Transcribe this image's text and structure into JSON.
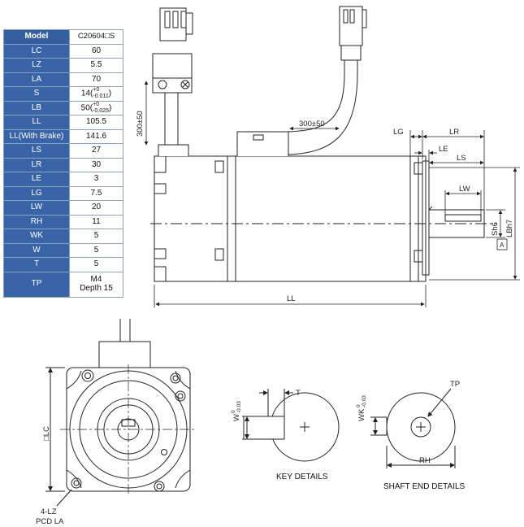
{
  "table": {
    "header": {
      "label": "Model",
      "value": "C20604□S"
    },
    "rows": [
      {
        "label": "LC",
        "value": "60"
      },
      {
        "label": "LZ",
        "value": "5.5"
      },
      {
        "label": "LA",
        "value": "70"
      },
      {
        "label": "S",
        "value": "14",
        "tol_upper": "+0",
        "tol_lower": "-0.011"
      },
      {
        "label": "LB",
        "value": "50",
        "tol_upper": "+0",
        "tol_lower": "-0.025"
      },
      {
        "label": "LL",
        "value": "105.5"
      },
      {
        "label": "LL(With Brake)",
        "value": "141.6"
      },
      {
        "label": "LS",
        "value": "27"
      },
      {
        "label": "LR",
        "value": "30"
      },
      {
        "label": "LE",
        "value": "3"
      },
      {
        "label": "LG",
        "value": "7.5"
      },
      {
        "label": "LW",
        "value": "20"
      },
      {
        "label": "RH",
        "value": "11"
      },
      {
        "label": "WK",
        "value": "5"
      },
      {
        "label": "W",
        "value": "5"
      },
      {
        "label": "T",
        "value": "5"
      },
      {
        "label": "TP",
        "value_line1": "M4",
        "value_line2": "Depth 15"
      }
    ]
  },
  "drawing": {
    "cable_len_vertical": "300±50",
    "cable_len_horizontal": "300±50",
    "dim_LG": "LG",
    "dim_LR": "LR",
    "dim_LE": "LE",
    "dim_LS": "LS",
    "dim_LW": "LW",
    "dim_Sh6": "Sh6",
    "dim_LBh7": "LBh7",
    "datum_A": "A",
    "dim_LL": "LL",
    "dim_LC": "□LC",
    "label_4LZ": "4-LZ",
    "label_PCD": "PCD LA",
    "key_W": "W",
    "key_W_tol_top": "0",
    "key_W_tol_bottom": "-0.03",
    "key_T": "T",
    "shaft_WK": "WK",
    "shaft_WK_tol_top": "0",
    "shaft_WK_tol_bottom": "-0.03",
    "shaft_TP": "TP",
    "shaft_RH": "RH",
    "caption_key": "KEY DETAILS",
    "caption_shaft": "SHAFT END DETAILS"
  }
}
